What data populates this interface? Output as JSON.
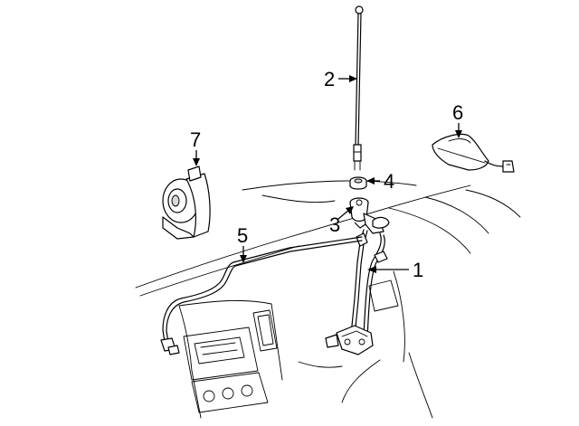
{
  "callouts": [
    {
      "id": "1",
      "label": "1",
      "part": "antenna-cord"
    },
    {
      "id": "2",
      "label": "2",
      "part": "antenna-mast"
    },
    {
      "id": "3",
      "label": "3",
      "part": "antenna-holder"
    },
    {
      "id": "4",
      "label": "4",
      "part": "antenna-nut"
    },
    {
      "id": "5",
      "label": "5",
      "part": "antenna-lead"
    },
    {
      "id": "6",
      "label": "6",
      "part": "roof-antenna"
    },
    {
      "id": "7",
      "label": "7",
      "part": "horn"
    }
  ],
  "colors": {
    "line": "#000000",
    "background": "#ffffff",
    "shade": "#d9d9d9"
  }
}
